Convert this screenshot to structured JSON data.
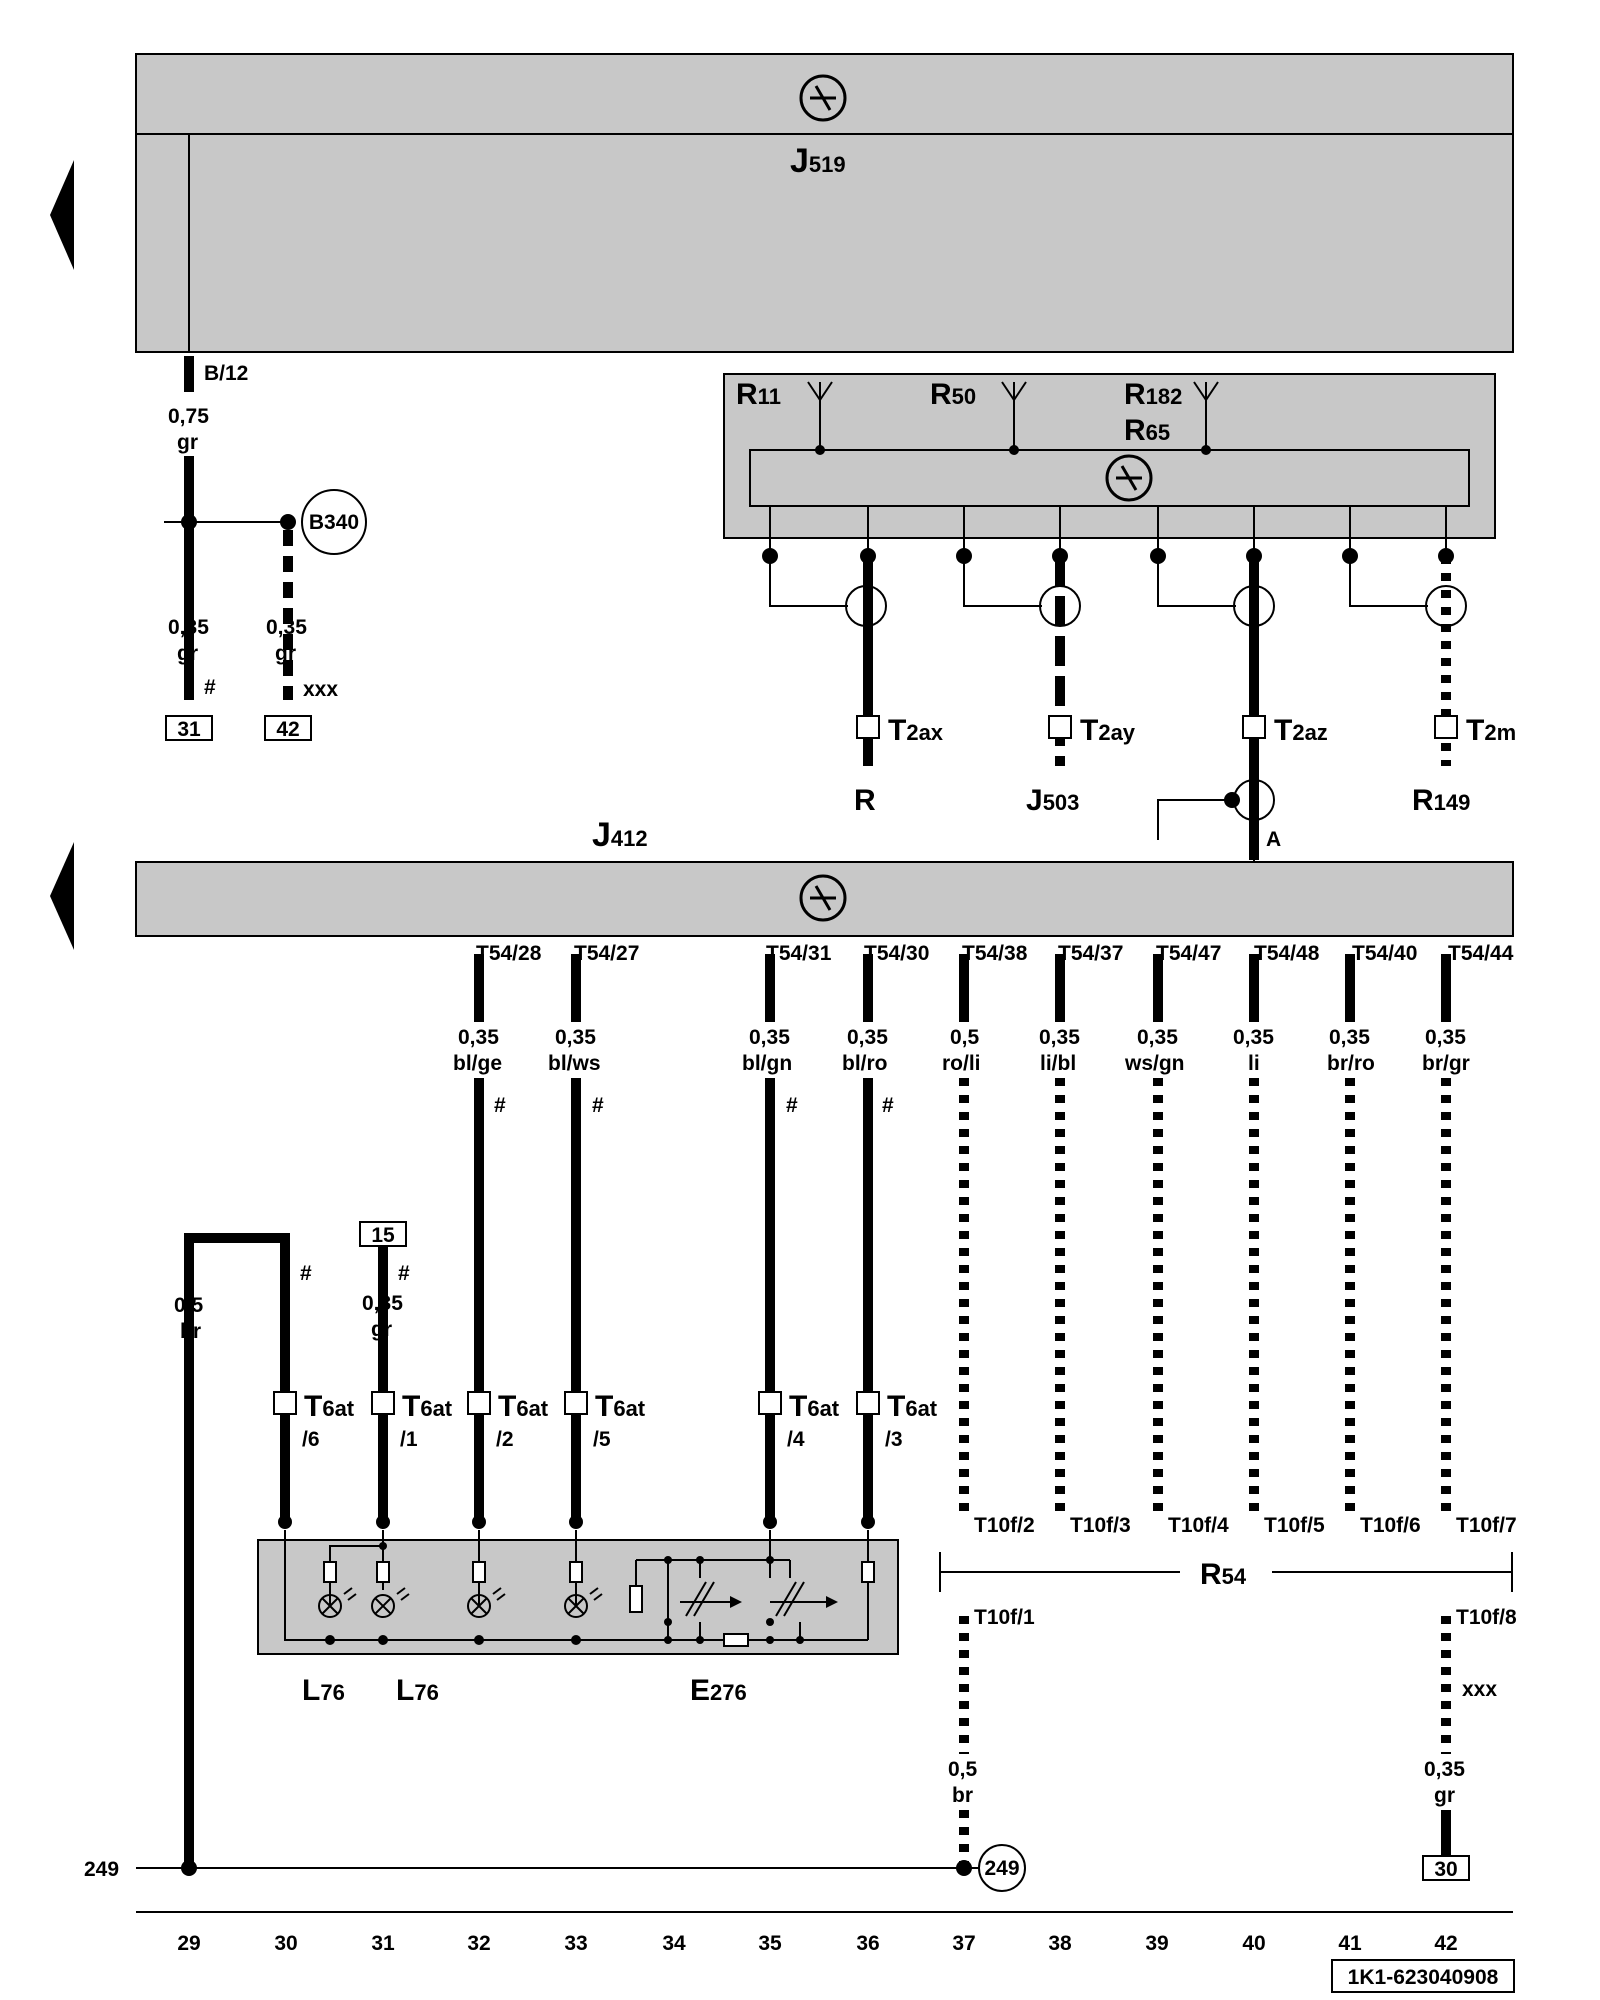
{
  "ecus": {
    "j519": {
      "label": "J",
      "sub": "519"
    },
    "j412": {
      "label": "J",
      "sub": "412"
    }
  },
  "antenna_module": {
    "r11": {
      "label": "R",
      "sub": "11"
    },
    "r50": {
      "label": "R",
      "sub": "50"
    },
    "r182": {
      "label": "R",
      "sub": "182"
    },
    "r65": {
      "label": "R",
      "sub": "65"
    }
  },
  "top_left": {
    "pin": "B/12",
    "wire1_size": "0,75",
    "wire1_color": "gr",
    "ground_connection": "B340",
    "wire2_size": "0,35",
    "wire2_color": "gr",
    "wire2_mark": "#",
    "wire2_terminal": "31",
    "wire3_size": "0,35",
    "wire3_color": "gr",
    "wire3_mark": "xxx",
    "wire3_terminal": "42"
  },
  "antenna_outputs": [
    {
      "conn": "T",
      "sub": "2ax",
      "target": "R",
      "target_sub": ""
    },
    {
      "conn": "T",
      "sub": "2ay",
      "target": "J",
      "target_sub": "503"
    },
    {
      "conn": "T",
      "sub": "2az",
      "target": "",
      "target_sub": ""
    },
    {
      "conn": "T",
      "sub": "2m",
      "target": "R",
      "target_sub": "149"
    }
  ],
  "shield_point": "A",
  "j412_pins": [
    {
      "pin": "T54/28",
      "size": "0,35",
      "color": "bl/ge",
      "mark": "#"
    },
    {
      "pin": "T54/27",
      "size": "0,35",
      "color": "bl/ws",
      "mark": "#"
    },
    {
      "pin": "T54/31",
      "size": "0,35",
      "color": "bl/gn",
      "mark": "#"
    },
    {
      "pin": "T54/30",
      "size": "0,35",
      "color": "bl/ro",
      "mark": "#"
    },
    {
      "pin": "T54/38",
      "size": "0,5",
      "color": "ro/li",
      "mark": ""
    },
    {
      "pin": "T54/37",
      "size": "0,35",
      "color": "li/bl",
      "mark": ""
    },
    {
      "pin": "T54/47",
      "size": "0,35",
      "color": "ws/gn",
      "mark": ""
    },
    {
      "pin": "T54/48",
      "size": "0,35",
      "color": "li",
      "mark": ""
    },
    {
      "pin": "T54/40",
      "size": "0,35",
      "color": "br/ro",
      "mark": ""
    },
    {
      "pin": "T54/44",
      "size": "0,35",
      "color": "br/gr",
      "mark": ""
    }
  ],
  "t6at": [
    {
      "conn": "T",
      "sub": "6at",
      "pin": "/6"
    },
    {
      "conn": "T",
      "sub": "6at",
      "pin": "/1"
    },
    {
      "conn": "T",
      "sub": "6at",
      "pin": "/2"
    },
    {
      "conn": "T",
      "sub": "6at",
      "pin": "/5"
    },
    {
      "conn": "T",
      "sub": "6at",
      "pin": "/4"
    },
    {
      "conn": "T",
      "sub": "6at",
      "pin": "/3"
    }
  ],
  "left_wires": {
    "br_size": "0,5",
    "br_color": "br",
    "mark30": "#",
    "term15": "15",
    "mark31": "#",
    "w31_size": "0,35",
    "w31_color": "gr"
  },
  "components": {
    "l76a": {
      "label": "L",
      "sub": "76"
    },
    "l76b": {
      "label": "L",
      "sub": "76"
    },
    "e276": {
      "label": "E",
      "sub": "276"
    },
    "r54": {
      "label": "R",
      "sub": "54"
    }
  },
  "t10f_pins": [
    "T10f/2",
    "T10f/3",
    "T10f/4",
    "T10f/5",
    "T10f/6",
    "T10f/7"
  ],
  "bottom_right": {
    "t10f1": "T10f/1",
    "w37_size": "0,5",
    "w37_color": "br",
    "ground": "249",
    "t10f8": "T10f/8",
    "w42_mark": "xxx",
    "w42_size": "0,35",
    "w42_color": "gr",
    "w42_terminal": "30"
  },
  "ground_line_label": "249",
  "columns": [
    "29",
    "30",
    "31",
    "32",
    "33",
    "34",
    "35",
    "36",
    "37",
    "38",
    "39",
    "40",
    "41",
    "42"
  ],
  "diagram_id": "1K1-623040908"
}
